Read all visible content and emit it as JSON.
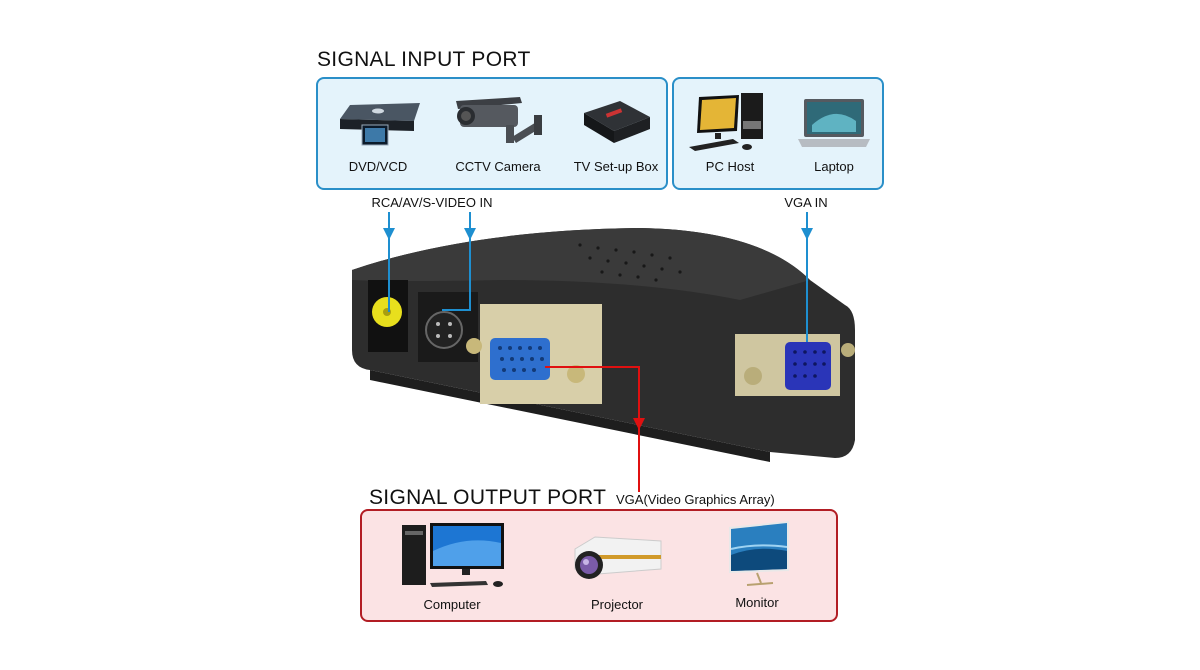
{
  "input_section": {
    "title": "SIGNAL INPUT PORT",
    "av_group": {
      "items": [
        {
          "label": "DVD/VCD",
          "icon": "dvd-player-icon"
        },
        {
          "label": "CCTV Camera",
          "icon": "cctv-camera-icon"
        },
        {
          "label": "TV Set-up Box",
          "icon": "tv-set-top-box-icon"
        }
      ],
      "port_label": "RCA/AV/S-VIDEO IN"
    },
    "vga_group": {
      "items": [
        {
          "label": "PC Host",
          "icon": "pc-host-icon"
        },
        {
          "label": "Laptop",
          "icon": "laptop-icon"
        }
      ],
      "port_label": "VGA IN"
    }
  },
  "output_section": {
    "title": "SIGNAL OUTPUT PORT",
    "port_label": "VGA(Video Graphics Array)",
    "items": [
      {
        "label": "Computer",
        "icon": "computer-icon"
      },
      {
        "label": "Projector",
        "icon": "projector-icon"
      },
      {
        "label": "Monitor",
        "icon": "monitor-icon"
      }
    ]
  },
  "colors": {
    "input_border": "#2a8fc8",
    "input_bg": "#e4f3fb",
    "output_border": "#b21d24",
    "output_bg": "#fbe3e4",
    "input_arrow": "#1e8fd0",
    "output_arrow": "#e01010",
    "device_body": "#2b2b2b"
  }
}
